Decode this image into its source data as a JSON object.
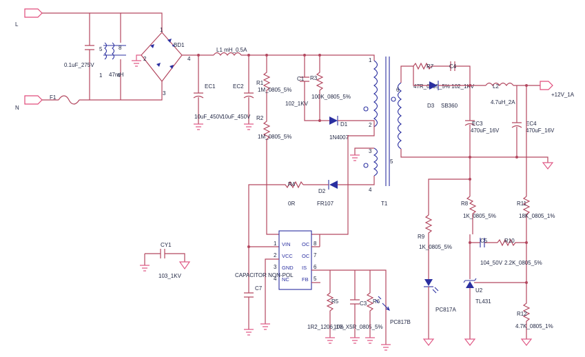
{
  "ports": {
    "L": "L",
    "N": "N",
    "out": "+12V_1A"
  },
  "labels": {
    "cx_value": "0.1uF_275V",
    "lf_pin5": "5",
    "lf_pin1": "1",
    "lf_value": "47mH",
    "lf_pin8": "8",
    "lf_pin4": "4",
    "f1": "F1",
    "bd1": "BD1",
    "bd1_pin1": "1",
    "bd1_pin2": "2",
    "bd1_pin3": "3",
    "bd1_pin4": "4",
    "l1": "L1 mH_0.5A",
    "ec1": "EC1",
    "ec1_value": "10uF_450V",
    "ec2": "EC2",
    "ec2_value": "10uF_450V",
    "r1": "R1",
    "r1_value": "1M_0805_5%",
    "r2": "R2",
    "r2_value": "1M_0805_5%",
    "c1": "C1",
    "c1_value": "102_1KV",
    "r3": "R3",
    "r3_value": "100K_0805_5%",
    "d1": "D1",
    "d1_value": "1N4007",
    "r4": "R4",
    "r4_value": "0R",
    "d2": "D2",
    "d2_value": "FR107",
    "t1": "T1",
    "t1_p1": "1",
    "t1_p2": "2",
    "t1_p3": "3",
    "t1_p4": "4",
    "t1_p5": "5",
    "t1_p6": "6",
    "r7": "R7",
    "c4": "C4",
    "r7_c4_value": "47R_0805_5% 102_1KV",
    "d3": "D3",
    "d3_value": "SB360",
    "l2": "L2",
    "l2_value": "4.7uH_2A",
    "ec3": "EC3",
    "ec3_value": "470uF_16V",
    "ec4": "EC4",
    "ec4_value": "470uF_16V",
    "r8": "R8",
    "r8_value": "1K_0805_5%",
    "r11": "R11",
    "r11_value": "18K_0805_1%",
    "r9": "R9",
    "r9_value": "1K_0805_5%",
    "c5": "C5",
    "c5_value": "104_50V",
    "r10": "R10",
    "r10_value": "2.2K_0805_5%",
    "u2": "U2",
    "u2_value": "TL431",
    "pc817a": "PC817A",
    "r12": "R12",
    "r12_value": "4.7K_0805_1%",
    "cy1": "CY1",
    "cy1_value": "103_1KV",
    "capnp": "CAPACITOR NON-POL",
    "c7": "C7",
    "r5": "R5",
    "r5_value": "1R2_1206_1%",
    "c3": "C3",
    "c3_r6_value": "103_X5R_0805_5%",
    "r6": "R6",
    "pc817b": "PC817B"
  },
  "ic": {
    "left_pins": [
      {
        "num": "1",
        "name": "VIN"
      },
      {
        "num": "2",
        "name": "VCC"
      },
      {
        "num": "3",
        "name": "GND"
      },
      {
        "num": "4",
        "name": "NC"
      }
    ],
    "right_pins": [
      {
        "num": "8",
        "name": "OC"
      },
      {
        "num": "7",
        "name": "OC"
      },
      {
        "num": "6",
        "name": "IS"
      },
      {
        "num": "5",
        "name": "FB"
      }
    ]
  }
}
